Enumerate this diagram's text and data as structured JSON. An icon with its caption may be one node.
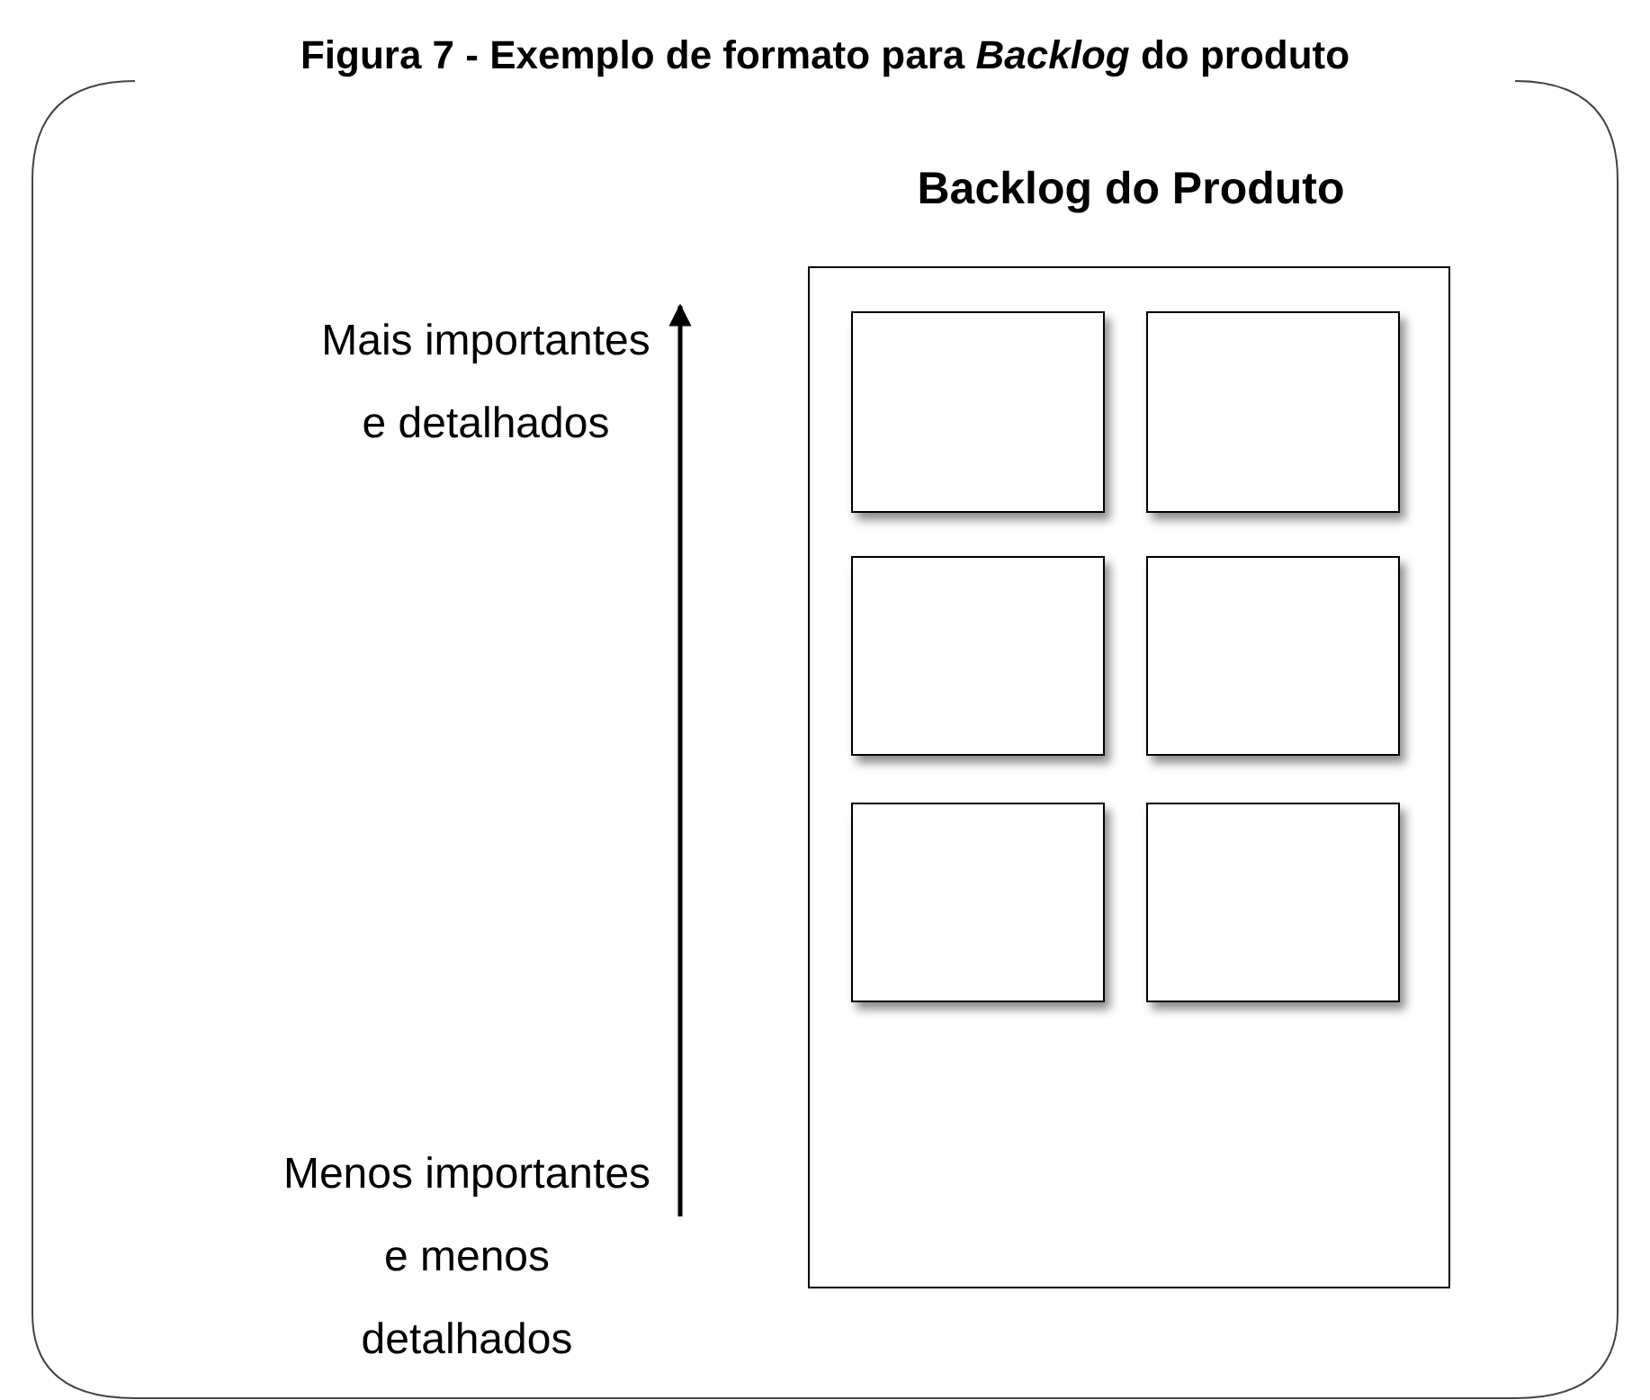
{
  "diagram": {
    "title": "Figura 7 - Exemplo de formato para *Backlog* do produto",
    "nodes": [
      {
        "text": [
          "Backlog do Produto"
        ]
      },
      {
        "text": [],
        "shape": "box",
        "in": 0
      },
      {
        "text": [],
        "shape": "box",
        "in": 0
      },
      {
        "text": [],
        "shape": "box",
        "in": 0
      },
      {
        "text": [],
        "shape": "box",
        "in": 0
      },
      {
        "text": [],
        "shape": "box",
        "in": 0
      },
      {
        "text": [],
        "shape": "box",
        "in": 0
      }
    ],
    "edges": [],
    "labels": [
      "Mais importantes e detalhados",
      "Menos importantes e menos detalhados"
    ]
  }
}
